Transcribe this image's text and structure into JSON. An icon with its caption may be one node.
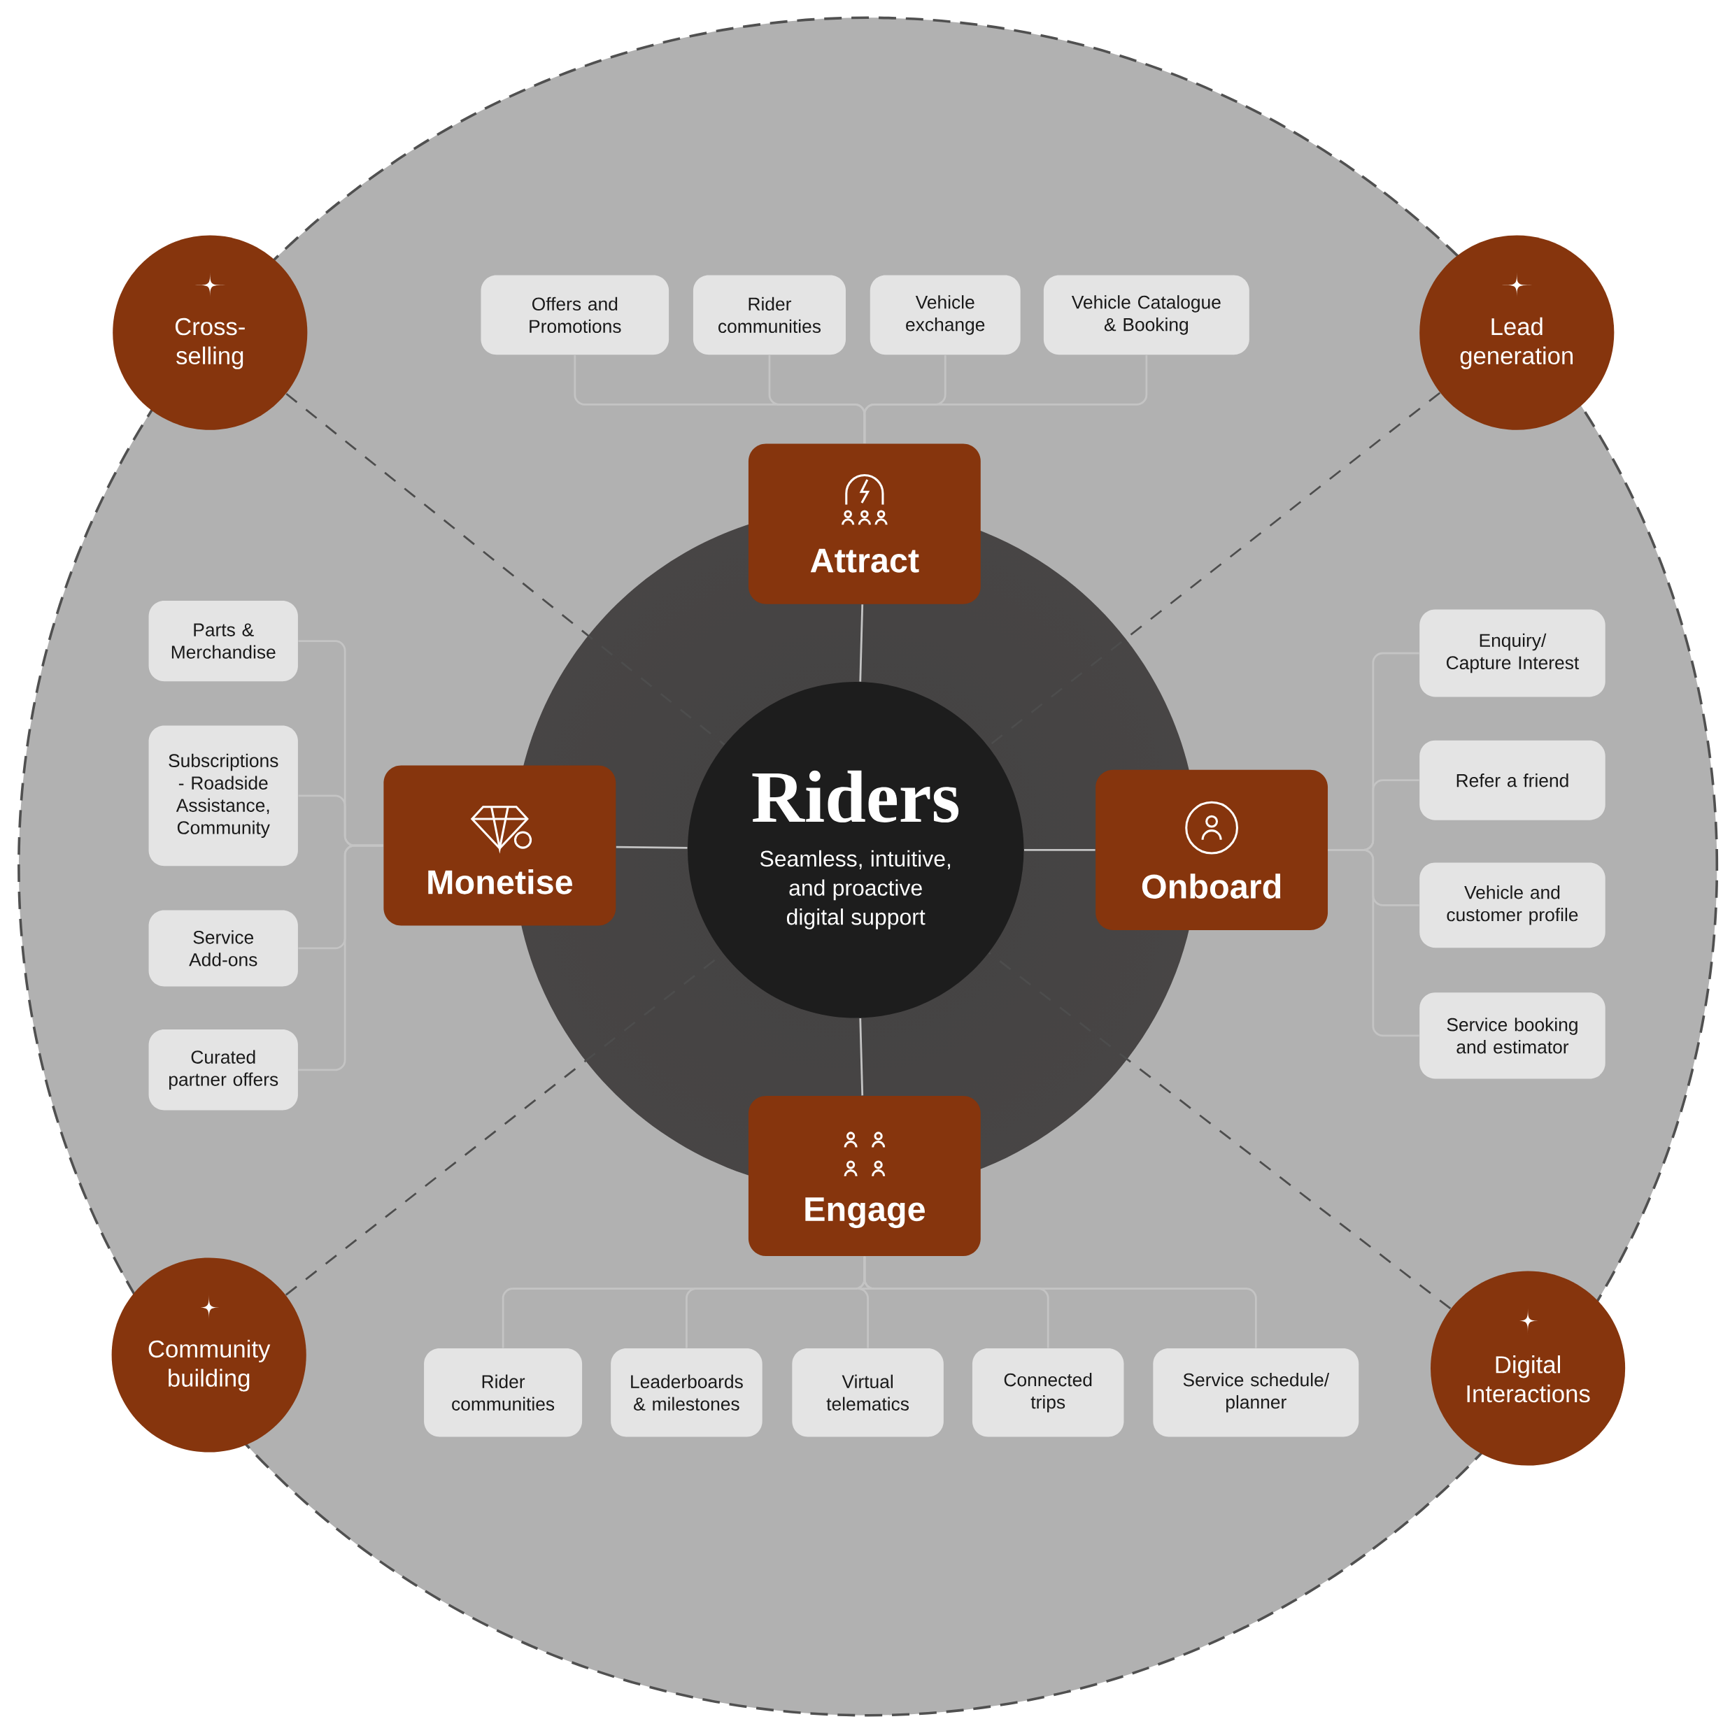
{
  "diagram": {
    "nodes": [
      {
        "text": [
          "Cross-selling"
        ]
      },
      {
        "text": [
          "Lead generation"
        ]
      },
      {
        "text": [
          "Offers and Promotions"
        ]
      },
      {
        "text": [
          "Rider communities"
        ]
      },
      {
        "text": [
          "Vehicle exchange"
        ]
      },
      {
        "text": [
          "Vehicle Catalogue & Booking"
        ]
      },
      {
        "text": [
          "Attract"
        ]
      },
      {
        "text": [
          "Parts & Merchandise"
        ]
      },
      {
        "text": [
          "Subscriptions - Roadside Assistance, Community"
        ]
      },
      {
        "text": [
          "Service Add-ons"
        ]
      },
      {
        "text": [
          "Curated partner offers"
        ]
      },
      {
        "text": [
          "Monetise"
        ]
      },
      {
        "text": [
          "Riders",
          "Seamless, intuitive, and proactive digital support"
        ]
      },
      {
        "text": [
          "Onboard"
        ]
      },
      {
        "text": [
          "Enquiry/ Capture Interest"
        ]
      },
      {
        "text": [
          "Refer a friend"
        ]
      },
      {
        "text": [
          "Vehicle and customer profile"
        ]
      },
      {
        "text": [
          "Service booking and estimator"
        ]
      },
      {
        "text": [
          "Engage"
        ]
      },
      {
        "text": [
          "Community building"
        ]
      },
      {
        "text": [
          "Digital Interactions"
        ]
      },
      {
        "text": [
          "Rider communities"
        ]
      },
      {
        "text": [
          "Leaderboards & milestones"
        ]
      },
      {
        "text": [
          "Virtual telematics"
        ]
      },
      {
        "text": [
          "Connected trips"
        ]
      },
      {
        "text": [
          "Service schedule/ planner"
        ]
      }
    ],
    "edges": [
      {
        "from": 6,
        "to": 2,
        "arrow": "none"
      },
      {
        "from": 6,
        "to": 3,
        "arrow": "none"
      },
      {
        "from": 6,
        "to": 4,
        "arrow": "none"
      },
      {
        "from": 6,
        "to": 5,
        "arrow": "none"
      },
      {
        "from": 11,
        "to": 7,
        "arrow": "none"
      },
      {
        "from": 11,
        "to": 8,
        "arrow": "none"
      },
      {
        "from": 11,
        "to": 9,
        "arrow": "none"
      },
      {
        "from": 11,
        "to": 10,
        "arrow": "none"
      },
      {
        "from": 13,
        "to": 14,
        "arrow": "none"
      },
      {
        "from": 13,
        "to": 15,
        "arrow": "none"
      },
      {
        "from": 13,
        "to": 16,
        "arrow": "none"
      },
      {
        "from": 13,
        "to": 17,
        "arrow": "none"
      },
      {
        "from": 18,
        "to": 21,
        "arrow": "none"
      },
      {
        "from": 18,
        "to": 22,
        "arrow": "none"
      },
      {
        "from": 18,
        "to": 23,
        "arrow": "none"
      },
      {
        "from": 18,
        "to": 24,
        "arrow": "none"
      },
      {
        "from": 18,
        "to": 25,
        "arrow": "none"
      },
      {
        "from": 12,
        "to": 6,
        "arrow": "none"
      },
      {
        "from": 12,
        "to": 11,
        "arrow": "none"
      },
      {
        "from": 12,
        "to": 13,
        "arrow": "none"
      },
      {
        "from": 12,
        "to": 18,
        "arrow": "none"
      },
      {
        "from": 0,
        "to": 12,
        "arrow": "none",
        "style": "dashed",
        "color": "#4d4d4d"
      },
      {
        "from": 1,
        "to": 12,
        "arrow": "none",
        "style": "dashed",
        "color": "#4d4d4d"
      },
      {
        "from": 19,
        "to": 12,
        "arrow": "none",
        "style": "dashed",
        "color": "#4d4d4d"
      },
      {
        "from": 20,
        "to": 12,
        "arrow": "none",
        "style": "dashed",
        "color": "#4d4d4d"
      }
    ]
  }
}
